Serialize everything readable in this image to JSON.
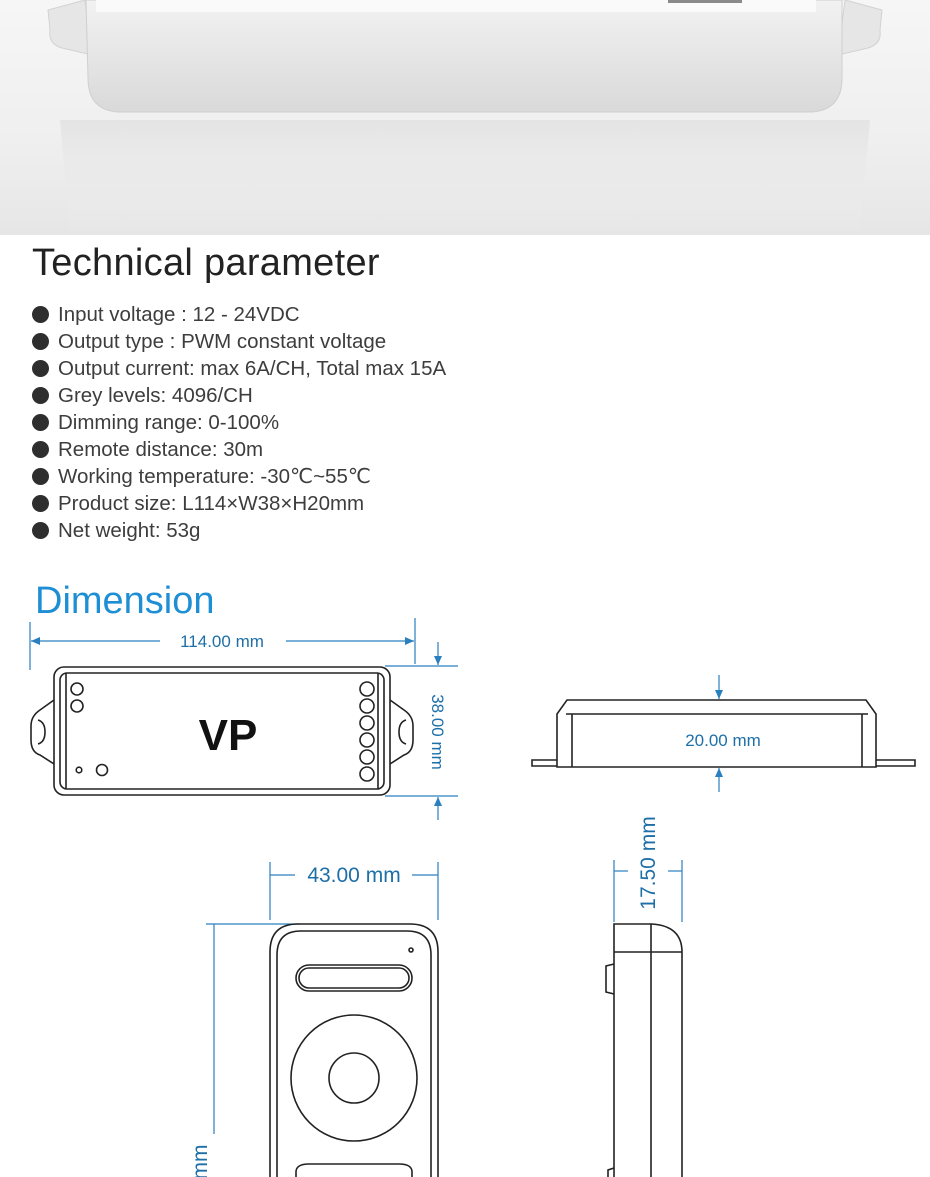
{
  "technical": {
    "title": "Technical parameter",
    "items": [
      "Input voltage  : 12 -  24VDC",
      "Output type : PWM constant voltage",
      "Output current: max 6A/CH, Total max 15A",
      "Grey levels: 4096/CH",
      "Dimming range: 0-100%",
      "Remote distance: 30m",
      "Working temperature: -30℃~55℃",
      "Product size: L114×W38×H20mm",
      "Net weight: 53g"
    ]
  },
  "dimension": {
    "title": "Dimension",
    "controller_length": "114.00 mm",
    "controller_width": "38.00 mm",
    "controller_height": "20.00 mm",
    "controller_label": "VP",
    "remote_width": "43.00 mm",
    "remote_thickness": "17.50 mm",
    "remote_length_partial": "mm"
  },
  "colors": {
    "title_blue": "#1e8fd5",
    "dimension_blue": "#1d6fa8",
    "text_dark": "#3d3d3d"
  }
}
